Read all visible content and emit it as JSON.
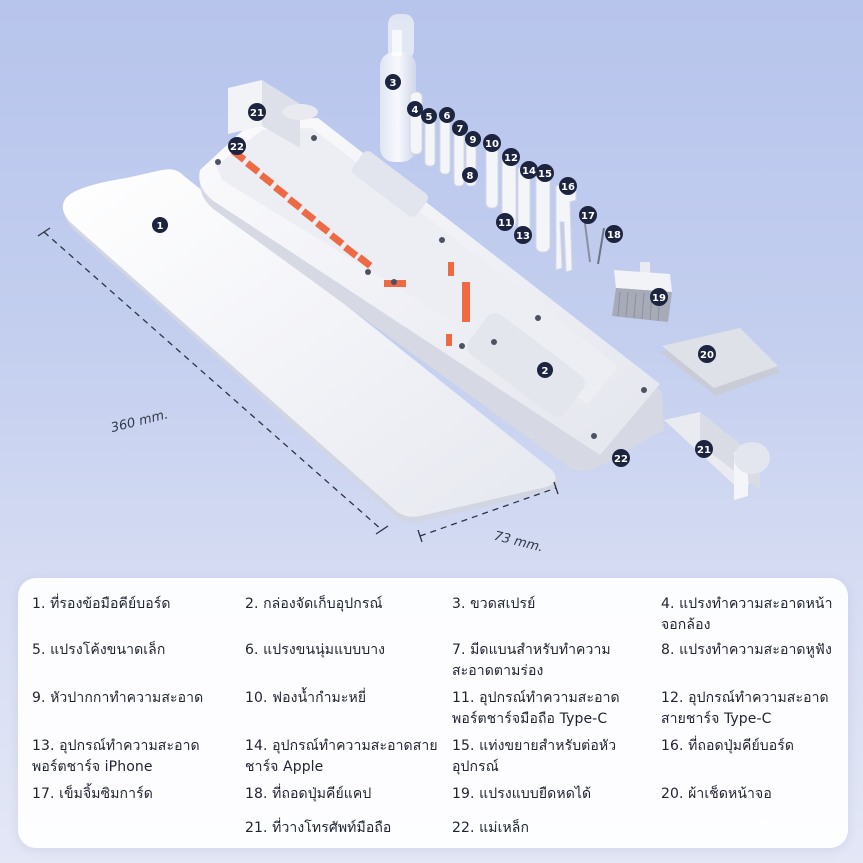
{
  "dimensions": {
    "length": "360 mm.",
    "width": "73 mm."
  },
  "badges": [
    "1",
    "2",
    "3",
    "4",
    "5",
    "6",
    "7",
    "8",
    "9",
    "10",
    "11",
    "12",
    "13",
    "14",
    "15",
    "16",
    "17",
    "18",
    "19",
    "20",
    "21",
    "21",
    "22",
    "22"
  ],
  "legend": [
    "1. ที่รองข้อมือคีย์บอร์ด",
    "2. กล่องจัดเก็บอุปกรณ์",
    "3. ขวดสเปรย์",
    "4. แปรงทำความสะอาดหน้าจอกล้อง",
    "5. แปรงโค้งขนาดเล็ก",
    "6. แปรงขนนุ่มแบบบาง",
    "7. มีดแบนสำหรับทำความสะอาดตามร่อง",
    "8. แปรงทำความสะอาดหูฟัง",
    "9. หัวปากกาทำความสะอาด",
    "10. ฟองน้ำกำมะหยี่",
    "11. อุปกรณ์ทำความสะอาดพอร์ตชาร์จมือถือ Type-C",
    "12. อุปกรณ์ทำความสะอาดสายชาร์จ Type-C",
    "13. อุปกรณ์ทำความสะอาดพอร์ตชาร์จ iPhone",
    "14. อุปกรณ์ทำความสะอาดสายชาร์จ Apple",
    "15. แท่งขยายสำหรับต่อหัวอุปกรณ์",
    "16. ที่ถอดปุ่มคีย์บอร์ด",
    "17. เข็มจิ้มซิมการ์ด",
    "18. ที่ถอดปุ่มคีย์แคป",
    "19. แปรงแบบยืดหดได้",
    "20. ผ้าเช็ดหน้าจอ",
    "21. ที่วางโทรศัพท์มือถือ",
    "22. แม่เหล็ก"
  ],
  "colors": {
    "accent": "#ee6a44",
    "badge": "#1c2440",
    "product": "#f7f8fb"
  }
}
